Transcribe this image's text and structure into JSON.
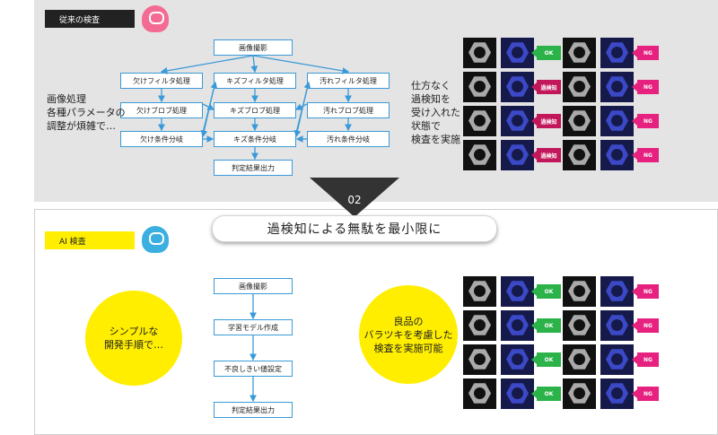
{
  "top": {
    "tag": "従来の検査",
    "icon": "brain-head-icon",
    "nodes": {
      "capture": "画像撮影",
      "chip_filter": "欠けフィルタ処理",
      "scratch_filter": "キズフィルタ処理",
      "dirt_filter": "汚れフィルタ処理",
      "chip_blob": "欠けブロブ処理",
      "scratch_blob": "キズブロブ処理",
      "dirt_blob": "汚れブロブ処理",
      "chip_cond": "欠け条件分岐",
      "scratch_cond": "キズ条件分岐",
      "dirt_cond": "汚れ条件分岐",
      "output": "判定結果出力"
    },
    "note_left": [
      "画像処理",
      "各種パラメータの",
      "調整が煩雑で…"
    ],
    "note_right": [
      "仕方なく",
      "過検知を",
      "受け入れた",
      "状態で",
      "検査を実施"
    ],
    "labels": [
      "OK",
      "NG",
      "過検知",
      "NG",
      "過検知",
      "NG",
      "過検知",
      "NG"
    ]
  },
  "divider": {
    "number": "02",
    "banner": "過検知による無駄を最小限に"
  },
  "bottom": {
    "tag": "AI 検査",
    "icon": "ai-head-icon",
    "nodes": [
      "画像撮影",
      "学習モデル作成",
      "不良しきい値設定",
      "判定結果出力"
    ],
    "circle_left": [
      "シンプルな",
      "開発手順で…"
    ],
    "circle_right": [
      "良品の",
      "バラツキを考慮した",
      "検査を実施可能"
    ],
    "labels": [
      "OK",
      "NG",
      "OK",
      "NG",
      "OK",
      "NG",
      "OK",
      "NG"
    ]
  },
  "colors": {
    "node_border": "#3a9ad9",
    "ok": "#2bb34a",
    "ng": "#e6217f",
    "yellow": "#ffee00"
  }
}
